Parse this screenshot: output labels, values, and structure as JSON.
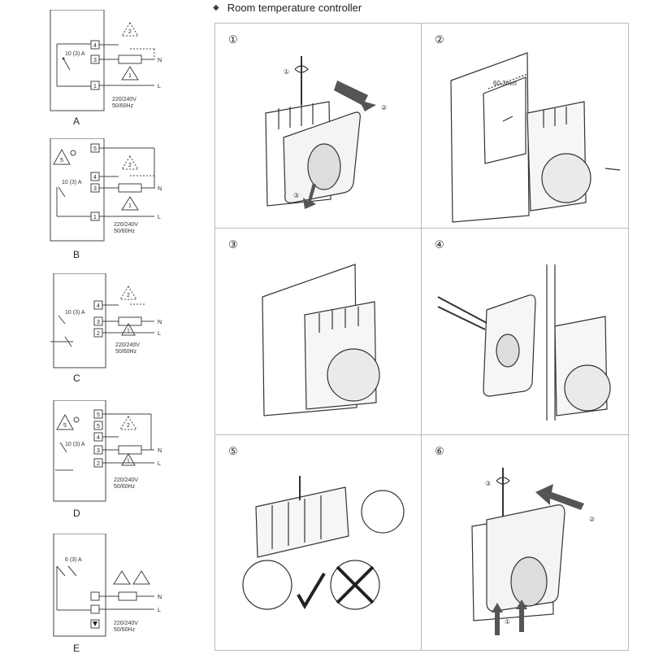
{
  "header": {
    "bullet_icon": "diamond-icon",
    "title": "Room temperature controller"
  },
  "diagrams": [
    {
      "label": "A",
      "rating": "10 (3) A",
      "terminals": [
        "4",
        "3",
        "1"
      ],
      "lines": [
        "N",
        "L"
      ],
      "supply_voltage": "220/240V",
      "supply_freq": "50/60Hz",
      "triangles": [
        "2",
        "1"
      ]
    },
    {
      "label": "B",
      "rating": "10 (3) A",
      "terminals": [
        "5",
        "4",
        "3",
        "1"
      ],
      "lines": [
        "N",
        "L"
      ],
      "supply_voltage": "220/240V",
      "supply_freq": "50/60Hz",
      "triangles": [
        "5",
        "2",
        "1"
      ]
    },
    {
      "label": "C",
      "rating": "10 (3) A",
      "terminals": [
        "4",
        "3",
        "2"
      ],
      "lines": [
        "N",
        "L"
      ],
      "supply_voltage": "220/240V",
      "supply_freq": "50/60Hz",
      "triangles": [
        "2",
        "1"
      ]
    },
    {
      "label": "D",
      "rating": "10 (3) A",
      "terminals": [
        "5",
        "5",
        "4",
        "3",
        "2"
      ],
      "lines": [
        "N",
        "L"
      ],
      "supply_voltage": "220/240V",
      "supply_freq": "50/60Hz",
      "triangles": [
        "5",
        "2",
        "1"
      ]
    },
    {
      "label": "E",
      "rating": "6 (3) A",
      "terminals": [],
      "lines": [
        "N",
        "L"
      ],
      "supply_voltage": "220/240V",
      "supply_freq": "50/60Hz",
      "triangles": []
    }
  ],
  "steps": [
    {
      "number": "①",
      "callouts": [
        "①",
        "②",
        "③"
      ]
    },
    {
      "number": "②",
      "dimension": "60.3mm"
    },
    {
      "number": "③"
    },
    {
      "number": "④"
    },
    {
      "number": "⑤"
    },
    {
      "number": "⑥",
      "callouts": [
        "③",
        "②",
        "①"
      ]
    }
  ]
}
